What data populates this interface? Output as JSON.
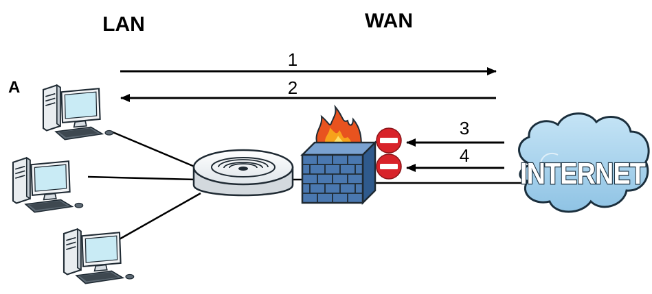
{
  "diagram": {
    "zones": {
      "lan": "LAN",
      "wan": "WAN"
    },
    "computer_label": "A",
    "flows": [
      {
        "label": "1",
        "direction": "LAN to WAN"
      },
      {
        "label": "2",
        "direction": "WAN to LAN"
      },
      {
        "label": "3",
        "direction": "Internet to firewall",
        "status": "blocked"
      },
      {
        "label": "4",
        "direction": "Internet to firewall",
        "status": "blocked"
      }
    ],
    "cloud_label": "INTERNET",
    "icons": {
      "computers": "desktop-computer-icon",
      "router": "wireless-router-icon",
      "firewall": "firewall-icon",
      "blocked": "no-entry-icon",
      "cloud": "internet-cloud-icon"
    },
    "colors": {
      "monitor_screen": "#c9ebf5",
      "device_body": "#e8ecef",
      "firewall_brick": "#4a78b0",
      "flame": "#e8531f",
      "no_entry": "#d8232a",
      "cloud_fill": "#a9d3ec"
    }
  }
}
